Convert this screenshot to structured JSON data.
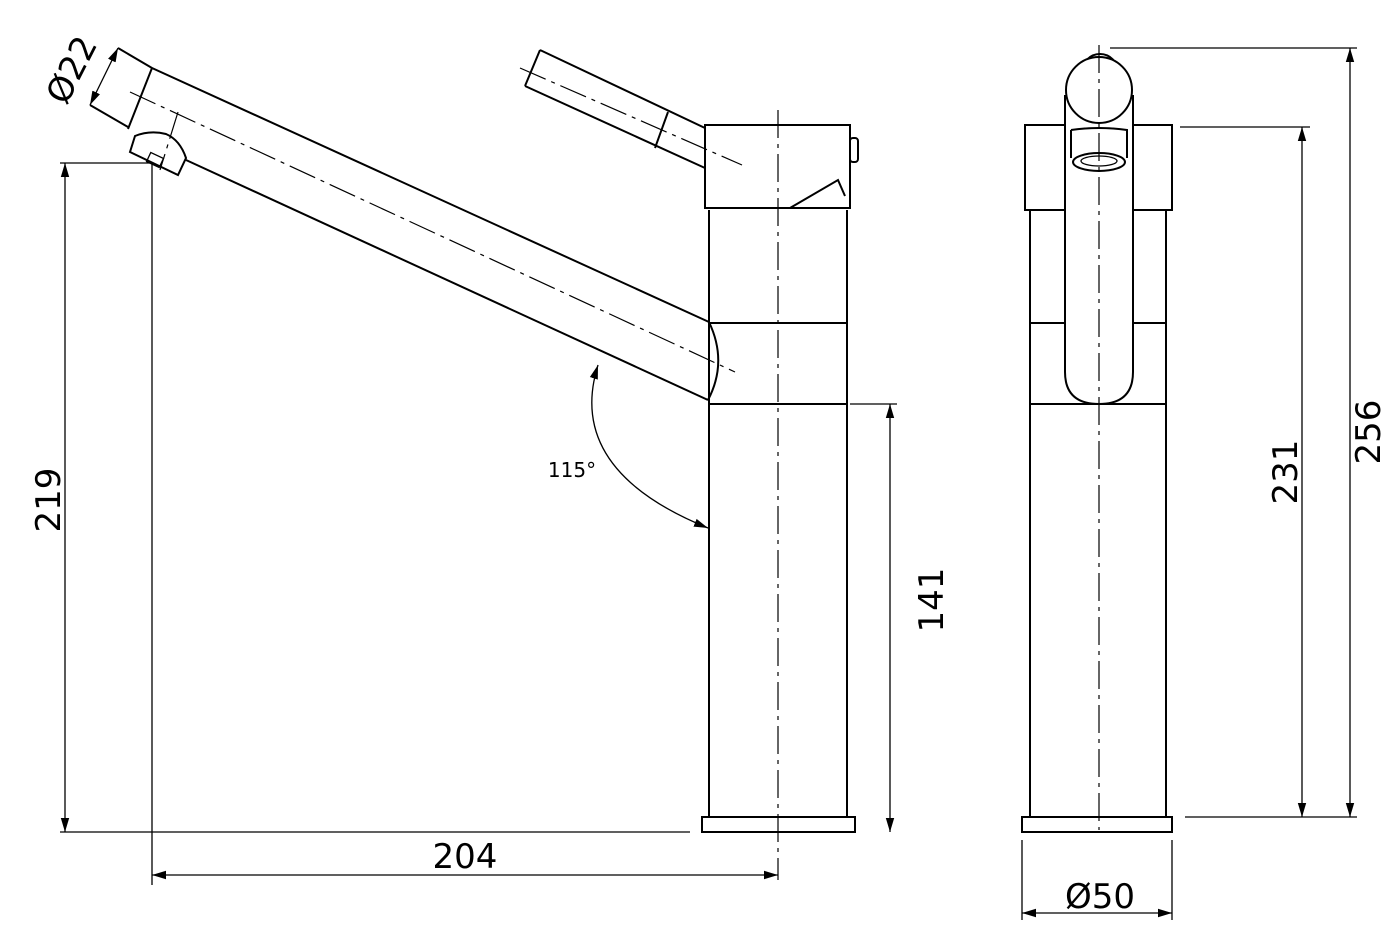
{
  "side_view": {
    "spout_diameter": "Ø22",
    "height_to_outlet": "219",
    "reach": "204",
    "body_height": "141",
    "swivel_angle": "115°"
  },
  "front_view": {
    "overall_height": "256",
    "handle_height": "231",
    "base_diameter": "Ø50"
  },
  "colors": {
    "line": "#000000",
    "background": "#ffffff"
  }
}
